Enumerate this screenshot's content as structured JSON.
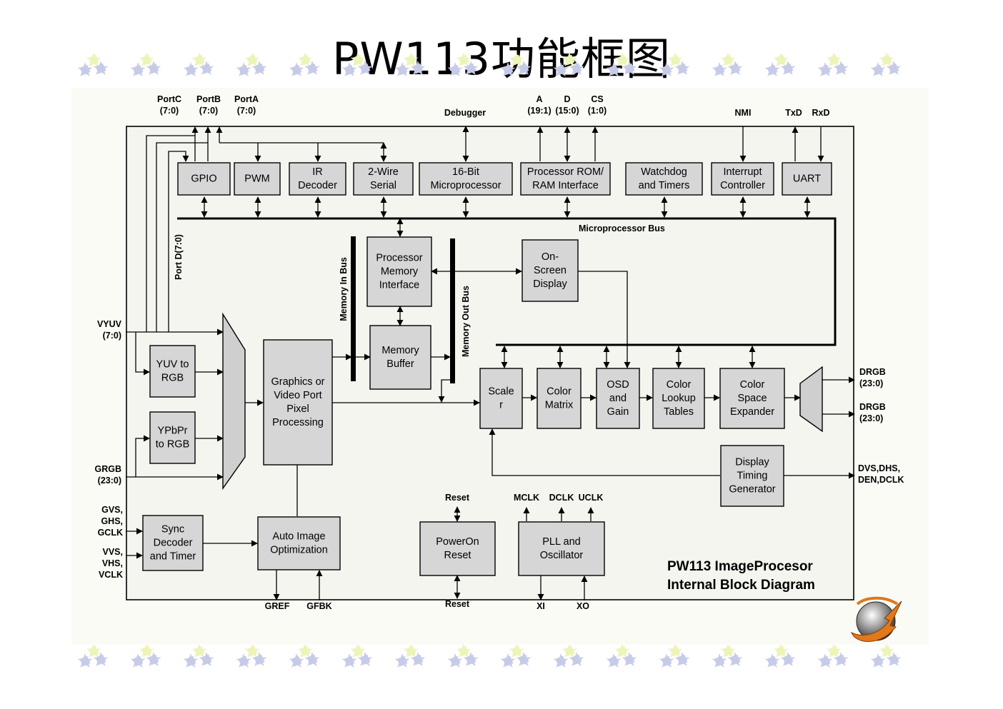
{
  "slide_title": "PW113功能框图",
  "diagram_title": [
    "PW113 ImageProcesor",
    "Internal Block Diagram"
  ],
  "colors": {
    "block_fill": "#d6d6d6",
    "frame_fill": "#f5f5f0",
    "flower_yellow": "#eef3ba",
    "flower_blue": "#c6cce8"
  },
  "blocks": {
    "gpio": [
      "GPIO"
    ],
    "pwm": [
      "PWM"
    ],
    "ir": [
      "IR",
      "Decoder"
    ],
    "wire": [
      "2-Wire",
      "Serial"
    ],
    "micro": [
      "16-Bit",
      "Microprocessor"
    ],
    "rom": [
      "Processor ROM/",
      "RAM Interface"
    ],
    "watchdog": [
      "Watchdog",
      "and Timers"
    ],
    "interrupt": [
      "Interrupt",
      "Controller"
    ],
    "uart": [
      "UART"
    ],
    "pmi": [
      "Processor",
      "Memory",
      "Interface"
    ],
    "membuf": [
      "Memory",
      "Buffer"
    ],
    "osdisp": [
      "On-",
      "Screen",
      "Display"
    ],
    "yuv": [
      "YUV to",
      "RGB"
    ],
    "ypbpr": [
      "YPbPr",
      "to RGB"
    ],
    "gvp": [
      "Graphics or",
      "Video Port",
      "Pixel",
      "Processing"
    ],
    "scaler": [
      "Scale",
      "r"
    ],
    "cmatrix": [
      "Color",
      "Matrix"
    ],
    "osdgain": [
      "OSD",
      "and",
      "Gain"
    ],
    "clut": [
      "Color",
      "Lookup",
      "Tables"
    ],
    "cse": [
      "Color",
      "Space",
      "Expander"
    ],
    "dtg": [
      "Display",
      "Timing",
      "Generator"
    ],
    "sync": [
      "Sync",
      "Decoder",
      "and Timer"
    ],
    "aio": [
      "Auto Image",
      "Optimization"
    ],
    "por": [
      "PowerOn",
      "Reset"
    ],
    "pll": [
      "PLL and",
      "Oscillator"
    ]
  },
  "bus_labels": {
    "micro_bus": "Microprocessor Bus",
    "mem_in": "Memory In Bus",
    "mem_out": "Memory Out Bus",
    "port_d": "Port D(7:0)"
  },
  "pins": {
    "portc": [
      "PortC",
      "(7:0)"
    ],
    "portb": [
      "PortB",
      "(7:0)"
    ],
    "porta": [
      "PortA",
      "(7:0)"
    ],
    "debugger": [
      "Debugger"
    ],
    "a": [
      "A",
      "(19:1)"
    ],
    "d": [
      "D",
      "(15:0)"
    ],
    "cs": [
      "CS",
      "(1:0)"
    ],
    "nmi": [
      "NMI"
    ],
    "txd": [
      "TxD"
    ],
    "rxd": [
      "RxD"
    ],
    "vyuv": [
      "VYUV",
      "(7:0)"
    ],
    "grgb": [
      "GRGB",
      "(23:0)"
    ],
    "gvs": [
      "GVS,",
      "GHS,",
      "GCLK"
    ],
    "vvs": [
      "VVS,",
      "VHS,",
      "VCLK"
    ],
    "drgb1": [
      "DRGB",
      "(23:0)"
    ],
    "drgb2": [
      "DRGB",
      "(23:0)"
    ],
    "dvs": [
      "DVS,DHS,",
      "DEN,DCLK"
    ],
    "reset_top": [
      "Reset"
    ],
    "reset_bottom": [
      "Reset"
    ],
    "mclk": [
      "MCLK"
    ],
    "dclk": [
      "DCLK"
    ],
    "uclk": [
      "UCLK"
    ],
    "gref": [
      "GREF"
    ],
    "gfbk": [
      "GFBK"
    ],
    "xi": [
      "XI"
    ],
    "xo": [
      "XO"
    ]
  }
}
